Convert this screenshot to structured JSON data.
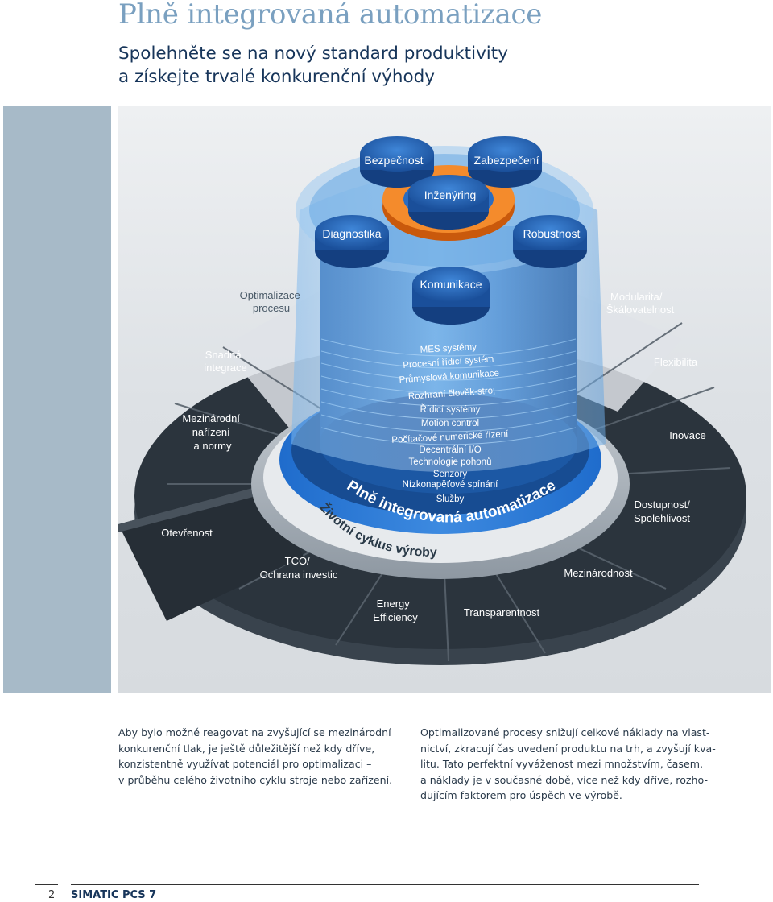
{
  "header": {
    "title": "Plně integrovaná automatizace",
    "subtitle_lines": [
      "Spolehněte se na nový standard produktivity",
      "a získejte trvalé konkurenční výhody"
    ]
  },
  "figure": {
    "outer_ring": {
      "optimalizace": [
        "Optimalizace",
        "procesu"
      ],
      "modularita": [
        "Modularita/",
        "Škálovatelnost"
      ],
      "snadna": [
        "Snadná",
        "integrace"
      ],
      "flexibilita": [
        "Flexibilita"
      ],
      "mezinarodni_narizeni": [
        "Mezinárodní",
        "nařízení",
        "a normy"
      ],
      "inovace": [
        "Inovace"
      ],
      "otevrenost": [
        "Otevřenost"
      ],
      "dostupnost": [
        "Dostupnost/",
        "Spolehlivost"
      ],
      "tco": [
        "TCO/",
        "Ochrana investic"
      ],
      "mezinarodnost": [
        "Mezinárodnost"
      ],
      "energy": [
        "Energy",
        "Efficiency"
      ],
      "transparentnost": [
        "Transparentnost"
      ]
    },
    "disks": {
      "bezpecnost": "Bezpečnost",
      "zabezpeceni": "Zabezpečení",
      "inzenyring": "Inženýring",
      "diagnostika": "Diagnostika",
      "robustnost": "Robustnost",
      "komunikace": "Komunikace"
    },
    "layers": [
      "MES systémy",
      "Procesní řídicí systém",
      "Průmyslová komunikace",
      "Rozhraní člověk-stroj",
      "Řídicí systémy",
      "Motion control",
      "Počítačové numerické řízení",
      "Decentrální I/O",
      "Technologie pohonů",
      "Senzory",
      "Nízkonapěťové spínání",
      "Služby"
    ],
    "arc_main": "Plně integrovaná automatizace",
    "arc_lifecycle": "Životní cyklus výroby"
  },
  "body": {
    "left_lines": [
      "Aby bylo možné reagovat na zvyšující se mezinárodní",
      "konkurenční tlak, je ještě důležitější než kdy dříve,",
      "konzistentně využívat potenciál pro optimalizaci –",
      "v průběhu celého životního cyklu stroje nebo zařízení."
    ],
    "right_lines": [
      "Optimalizované procesy snižují celkové náklady na vlast-",
      "nictví, zkracují čas uvedení produktu na trh, a zvyšují kva-",
      "litu. Tato perfektní vyváženost mezi množstvím, časem,",
      "a náklady je v současné době, více než kdy dříve, rozho-",
      "dujícím faktorem pro úspěch ve výrobě."
    ]
  },
  "footer": {
    "page_number": "2",
    "doc_title": "SIMATIC PCS 7"
  },
  "colors": {
    "title": "#7aa0c0",
    "subtitle": "#17355a",
    "sidebar": "#a7bac8",
    "accent_orange": "#f07a1a",
    "disk_blue": "#1f5fb0"
  }
}
